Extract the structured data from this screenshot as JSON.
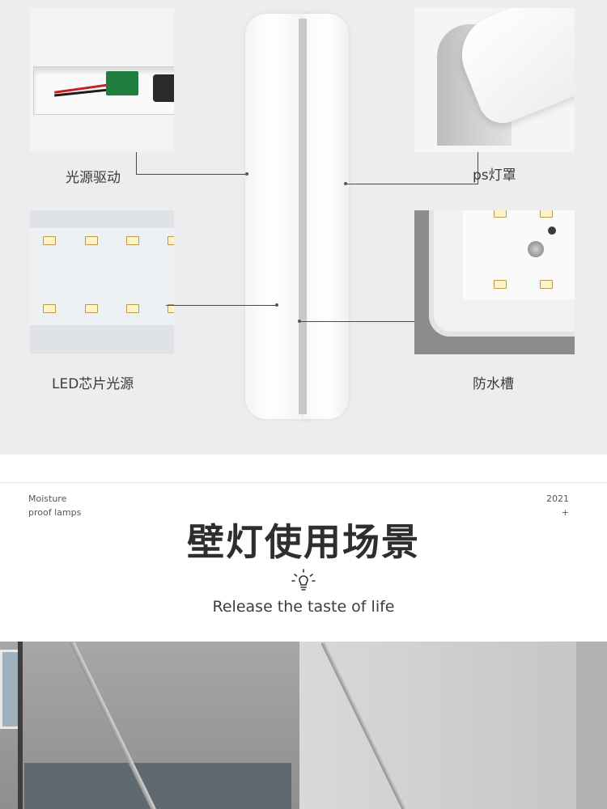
{
  "top_panel": {
    "labels": {
      "driver": "光源驱动",
      "cover": "ps灯罩",
      "led": "LED芯片光源",
      "waterproof": "防水槽"
    }
  },
  "banner": {
    "left_text_line1": "Moisture",
    "left_text_line2": "proof lamps",
    "right_year": "2021",
    "right_plus": "+",
    "heading": "壁灯使用场景",
    "tagline": "Release the taste of life",
    "icon": "lightbulb-icon"
  },
  "colors": {
    "panel_bg": "#ededed",
    "text_dark": "#2e2e2e",
    "leader_line": "#4a4a4a"
  }
}
